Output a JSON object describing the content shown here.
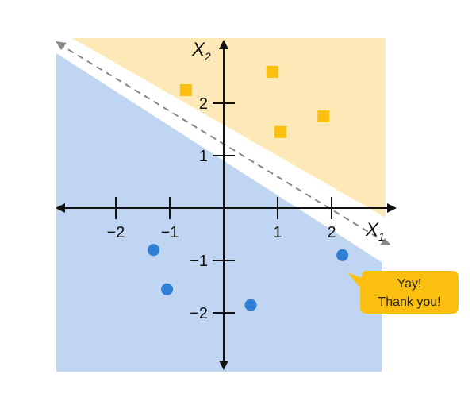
{
  "diagram": {
    "x_axis": {
      "label": "X",
      "subscript": "1",
      "ticks": [
        {
          "value": -2,
          "label": "−2"
        },
        {
          "value": -1,
          "label": "−1"
        },
        {
          "value": 1,
          "label": "1"
        },
        {
          "value": 2,
          "label": "2"
        }
      ]
    },
    "y_axis": {
      "label": "X",
      "subscript": "2",
      "ticks": [
        {
          "value": 2,
          "label": "2"
        },
        {
          "value": 1,
          "label": "1"
        },
        {
          "value": -1,
          "label": "−1"
        },
        {
          "value": -2,
          "label": "−2"
        }
      ]
    },
    "bubble": {
      "line1": "Yay!",
      "line2": "Thank you!"
    },
    "colors": {
      "positive_region": "#fde8b8",
      "negative_region": "#c0d5f1",
      "square_marker": "#fbbf0f",
      "circle_marker": "#2e7fd6",
      "bubble_fill": "#fbbf0f",
      "axis": "#111111",
      "boundary": "#888888"
    },
    "squares": [
      {
        "x": -0.7,
        "y": 2.25
      },
      {
        "x": 0.9,
        "y": 2.6
      },
      {
        "x": 1.05,
        "y": 1.45
      },
      {
        "x": 1.85,
        "y": 1.75
      }
    ],
    "circles": [
      {
        "x": -1.3,
        "y": -0.8
      },
      {
        "x": -1.05,
        "y": -1.55
      },
      {
        "x": 0.5,
        "y": -1.85
      },
      {
        "x": 2.2,
        "y": -0.9
      }
    ]
  }
}
